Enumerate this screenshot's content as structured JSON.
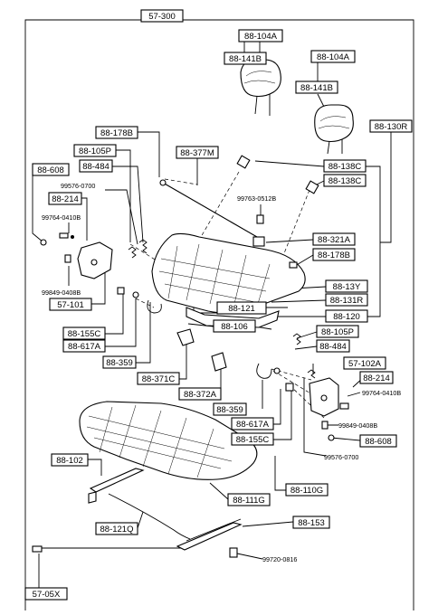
{
  "boxed_labels": {
    "b57300": "57-300",
    "b88104a_l": "88-104A",
    "b88141b_l": "88-141B",
    "b88104a_r": "88-104A",
    "b88141b_r": "88-141B",
    "b88130r": "88-130R",
    "b88178b_t": "88-178B",
    "b88377m": "88-377M",
    "b88105p_t": "88-105P",
    "b88484_t": "88-484",
    "b88608_l": "88-608",
    "b88214_l": "88-214",
    "b88138c_a": "88-138C",
    "b88138c_b": "88-138C",
    "b88321a": "88-321A",
    "b88178b_r": "88-178B",
    "b88013y": "88-13Y",
    "b88131r": "88-131R",
    "b88121": "88-121",
    "b88120": "88-120",
    "b88106": "88-106",
    "b57101": "57-101",
    "b88155c_l": "88-155C",
    "b88617a_l": "88-617A",
    "b88359_l": "88-359",
    "b88371c": "88-371C",
    "b88372a": "88-372A",
    "b88359_r": "88-359",
    "b88617a_r": "88-617A",
    "b88155c_r": "88-155C",
    "b88105p_r": "88-105P",
    "b88484_r": "88-484",
    "b57102a": "57-102A",
    "b88214_r": "88-214",
    "b88608_r": "88-608",
    "b88102": "88-102",
    "b88111g": "88-111G",
    "b88110g": "88-110G",
    "b88121q": "88-121Q",
    "b88153": "88-153",
    "b5705x": "57-05X"
  },
  "part_numbers": {
    "p99576_l": "99576-0700",
    "p99764_l": "99764-0410B",
    "p99849_l": "99849-0408B",
    "p99763": "99763-0512B",
    "p99764_r": "99764-0410B",
    "p99849_r": "99849-0408B",
    "p99576_r": "99576-0700",
    "p99720": "99720-0816"
  }
}
